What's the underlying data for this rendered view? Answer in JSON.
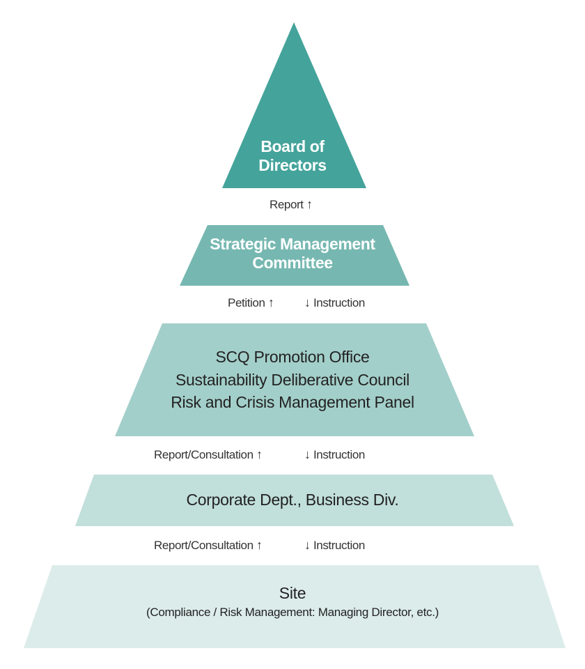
{
  "colors": {
    "tier1": "#44a39b",
    "tier2": "#76b8b1",
    "tier3": "#a3cfca",
    "tier4": "#c1dfdb",
    "tier5": "#dcecea"
  },
  "icons": {
    "up": "up-arrow-icon",
    "down": "down-arrow-icon"
  },
  "tiers": [
    {
      "id": "board",
      "lines": [
        "Board of",
        "Directors"
      ]
    },
    {
      "id": "strategic",
      "lines": [
        "Strategic Management",
        "Committee"
      ]
    },
    {
      "id": "scq",
      "lines": [
        "SCQ Promotion Office",
        "Sustainability Deliberative Council",
        "Risk and Crisis Management Panel"
      ]
    },
    {
      "id": "corporate",
      "lines": [
        "Corporate Dept., Business Div."
      ]
    },
    {
      "id": "site",
      "title": "Site",
      "subtitle": "(Compliance / Risk Management: Managing Director, etc.)"
    }
  ],
  "flows": {
    "report": "Report",
    "petition": "Petition",
    "instruction": "Instruction",
    "report_consultation": "Report/Consultation",
    "up_arrow": "↑",
    "down_arrow": "↓"
  }
}
